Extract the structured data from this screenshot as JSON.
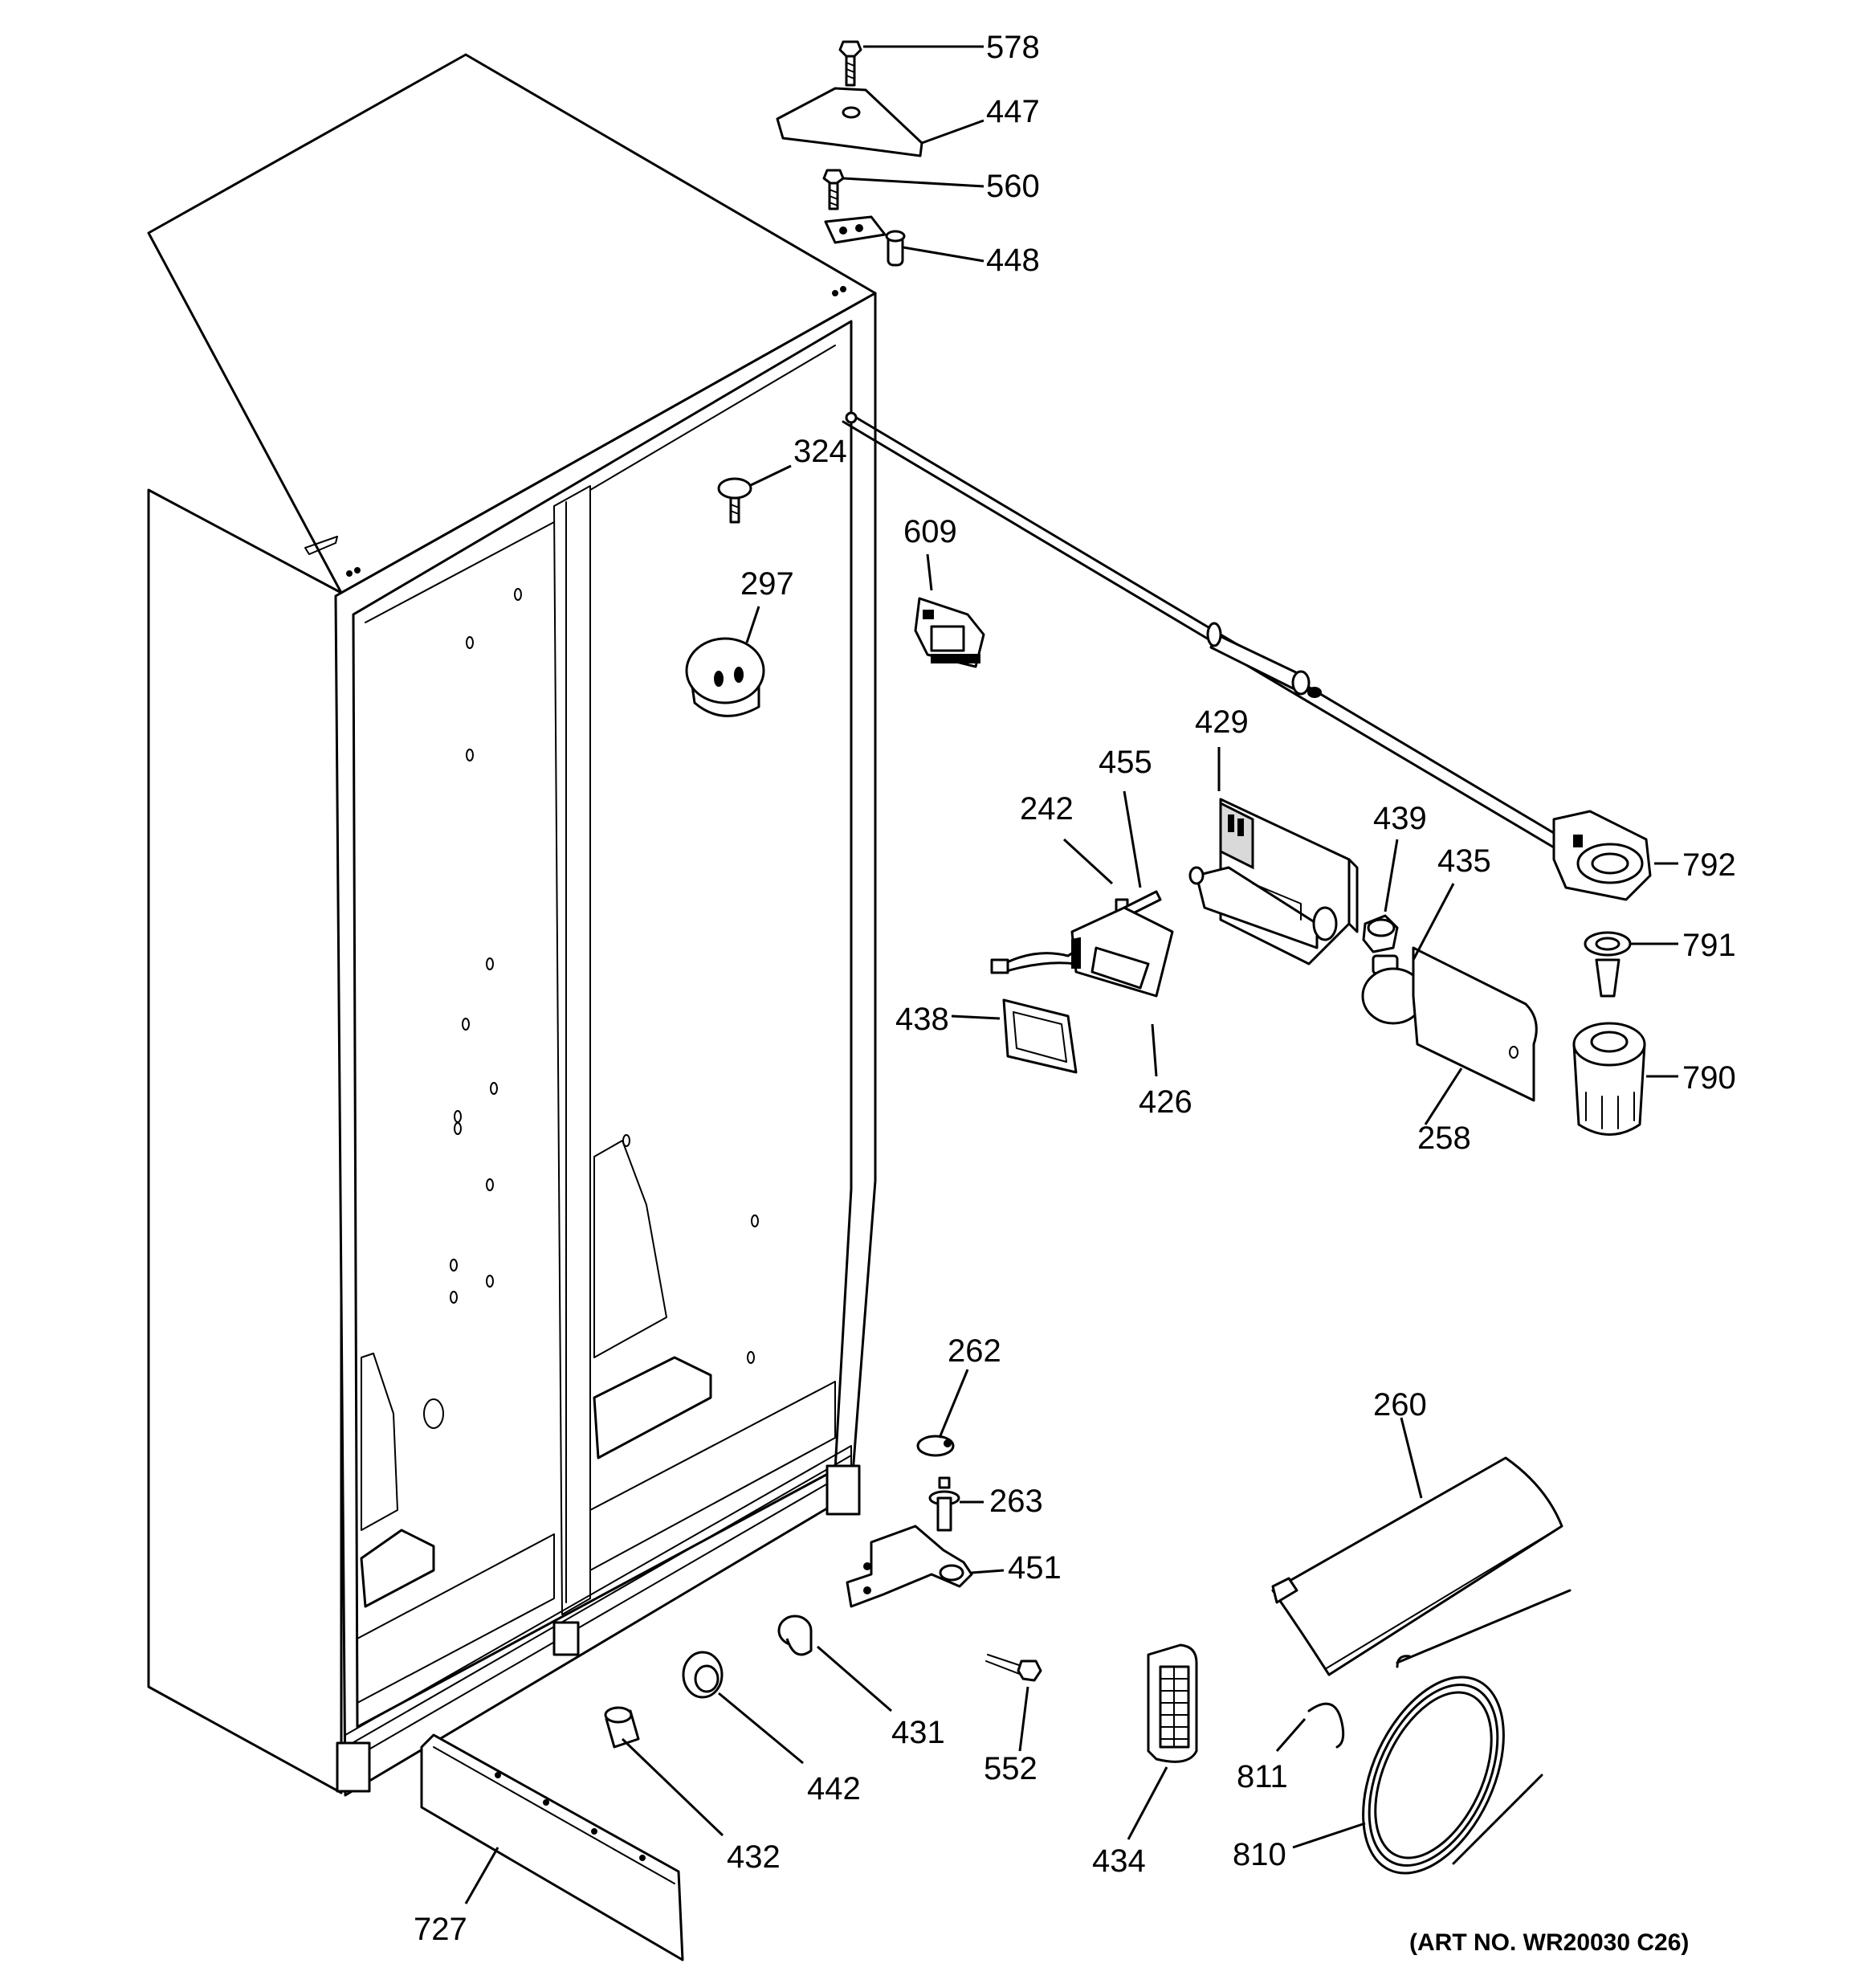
{
  "parts": [
    {
      "id": "578"
    },
    {
      "id": "447"
    },
    {
      "id": "560"
    },
    {
      "id": "448"
    },
    {
      "id": "324"
    },
    {
      "id": "609"
    },
    {
      "id": "297"
    },
    {
      "id": "429"
    },
    {
      "id": "455"
    },
    {
      "id": "242"
    },
    {
      "id": "439"
    },
    {
      "id": "435"
    },
    {
      "id": "792"
    },
    {
      "id": "791"
    },
    {
      "id": "790"
    },
    {
      "id": "438"
    },
    {
      "id": "426"
    },
    {
      "id": "258"
    },
    {
      "id": "262"
    },
    {
      "id": "263"
    },
    {
      "id": "451"
    },
    {
      "id": "260"
    },
    {
      "id": "431"
    },
    {
      "id": "442"
    },
    {
      "id": "552"
    },
    {
      "id": "811"
    },
    {
      "id": "432"
    },
    {
      "id": "434"
    },
    {
      "id": "810"
    },
    {
      "id": "727"
    }
  ],
  "art_number": "(ART NO. WR20030 C26)"
}
